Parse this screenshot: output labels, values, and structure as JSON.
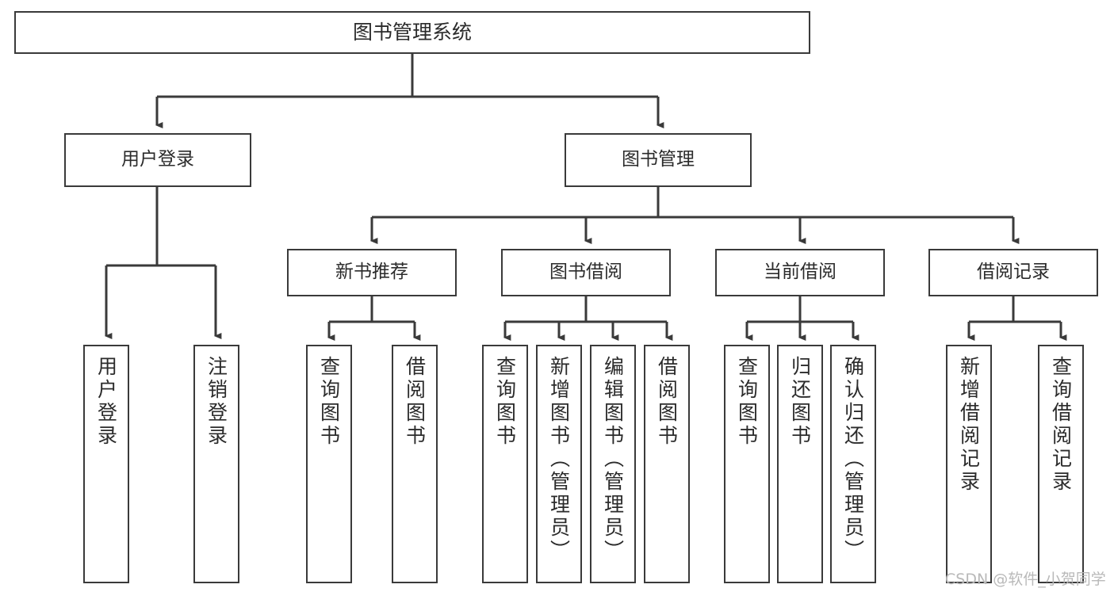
{
  "diagram": {
    "title": "图书管理系统",
    "type": "tree-hierarchy",
    "orientation": "top-down",
    "stroke_color": "#3a3a3a",
    "fill_color": "#ffffff",
    "text_color": "#2b2b2b",
    "nodes": {
      "root": {
        "label": "图书管理系统",
        "level": 0
      },
      "l1": [
        {
          "label": "用户登录",
          "level": 1
        },
        {
          "label": "图书管理",
          "level": 1
        }
      ],
      "l2": [
        {
          "label": "新书推荐",
          "level": 2
        },
        {
          "label": "图书借阅",
          "level": 2
        },
        {
          "label": "当前借阅",
          "level": 2
        },
        {
          "label": "借阅记录",
          "level": 2
        }
      ],
      "leaves_user_login": [
        {
          "label": "用户登录",
          "level": 3
        },
        {
          "label": "注销登录",
          "level": 3
        }
      ],
      "leaves_new_book": [
        {
          "label": "查询图书",
          "level": 3
        },
        {
          "label": "借阅图书",
          "level": 3
        }
      ],
      "leaves_borrow": [
        {
          "label": "查询图书",
          "level": 3
        },
        {
          "label": "新增图书（管理员）",
          "level": 3
        },
        {
          "label": "编辑图书（管理员）",
          "level": 3
        },
        {
          "label": "借阅图书",
          "level": 3
        }
      ],
      "leaves_current": [
        {
          "label": "查询图书",
          "level": 3
        },
        {
          "label": "归还图书",
          "level": 3
        },
        {
          "label": "确认归还（管理员）",
          "level": 3
        }
      ],
      "leaves_record": [
        {
          "label": "新增借阅记录",
          "level": 3
        },
        {
          "label": "查询借阅记录",
          "level": 3
        }
      ]
    }
  },
  "watermark": {
    "text": "CSDN @软件_小贺同学"
  }
}
